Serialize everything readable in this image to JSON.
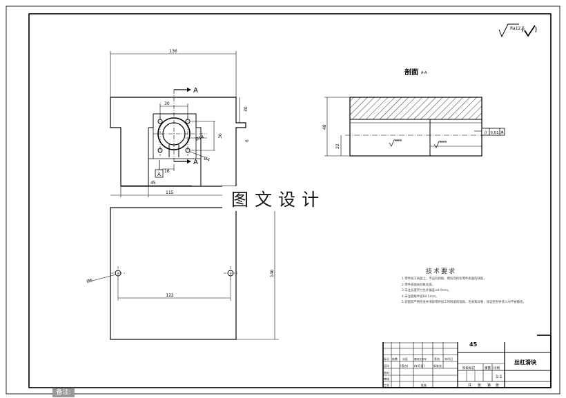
{
  "drawing": {
    "surface_finish": "Ra12.5",
    "front_view": {
      "dim_width": "136",
      "dim_upper_height": "30",
      "dim_inner_height": "30",
      "dim_step_height": "6",
      "dim_hole_spacing": "30",
      "dim_half_width": "45",
      "dim_total_width": "115",
      "dim_offset": "16",
      "dim_bore": "Ø14",
      "dim_hole": "Ø4",
      "section_mark_top": "A",
      "section_mark_bottom": "A",
      "datum_label": "A"
    },
    "section_view": {
      "title": "剖面",
      "title_suffix": "A-A",
      "dim_height": "48",
      "dim_lower": "22",
      "roughness_left": "Ra3.2",
      "roughness_right": "Ra3.2",
      "tolerance_symbol": "//",
      "tolerance_value": "0.01",
      "tolerance_datum": "A"
    },
    "bottom_view": {
      "dim_hole_spacing": "122",
      "dim_height": "140",
      "dim_hole": "Ø6"
    }
  },
  "watermark": "图文设计",
  "tech_notes": {
    "title": "技术要求",
    "items": [
      "1.零件加工表面上，不应有划痕、擦伤等损伤零件表面的缺陷。",
      "2.零件表面去除氧化皮。",
      "3.未注长度尺寸允许偏差±0.5mm。",
      "4.未注圆角半径R0.5mm。",
      "5.装配前严格检查并清除零件加工时残留的锐角、毛刺和异物，保证密封件装入时不被擦伤。"
    ]
  },
  "title_block": {
    "material": "45",
    "part_name": "丝杠滑块",
    "scale": "1:1",
    "labels": {
      "mark": "标记",
      "count": "处数",
      "zone": "分区",
      "change_doc": "更改文件号",
      "signature": "签名",
      "date": "年月日",
      "design": "设计",
      "standardize": "标准化",
      "proof": "校对",
      "review": "审核",
      "process": "工艺",
      "approve": "批准",
      "stage_mark": "阶段标记",
      "weight": "重量",
      "scale_label": "比例",
      "sheet_total": "共",
      "sheet_unit": "张",
      "sheet_no": "第",
      "sig_label": "(签名)",
      "date_label": "(年月日)"
    }
  },
  "footer": {
    "label": "备注:"
  }
}
